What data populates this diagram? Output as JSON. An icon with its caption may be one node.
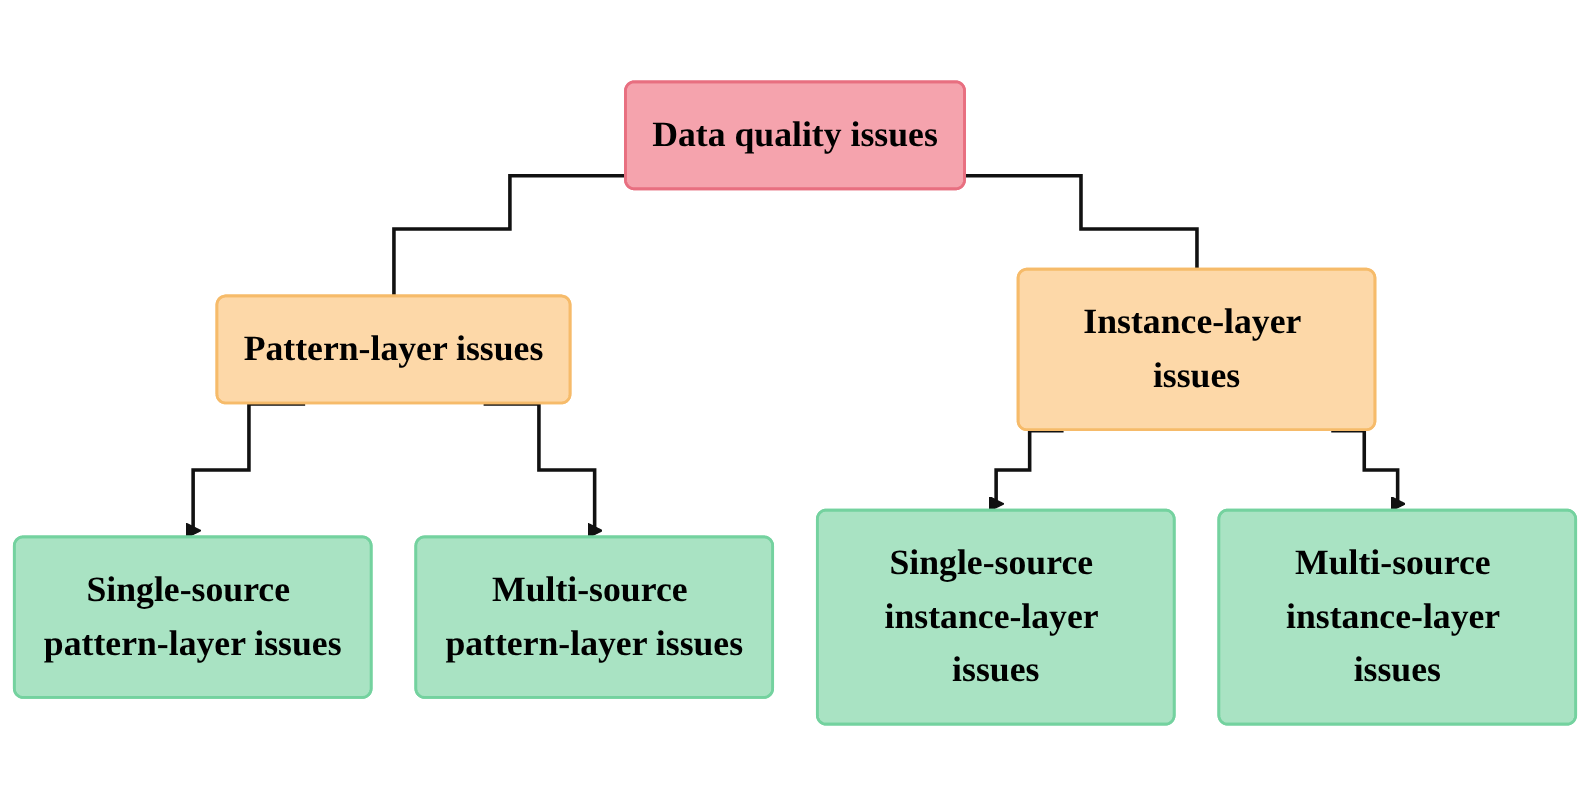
{
  "diagram": {
    "nodes": [
      {
        "text": [
          "Data quality issues"
        ]
      },
      {
        "text": [
          "Pattern-layer issues"
        ]
      },
      {
        "text": [
          "Instance-layer issues"
        ]
      },
      {
        "text": [
          "Single-source pattern-layer issues"
        ]
      },
      {
        "text": [
          "Multi-source pattern-layer issues"
        ]
      },
      {
        "text": [
          "Single-source instance-layer issues"
        ]
      },
      {
        "text": [
          "Multi-source instance-layer issues"
        ]
      }
    ],
    "edges": [
      {
        "from": 0,
        "to": 1,
        "arrow": "none"
      },
      {
        "from": 0,
        "to": 2,
        "arrow": "none"
      },
      {
        "from": 1,
        "to": 3,
        "arrow": "to"
      },
      {
        "from": 1,
        "to": 4,
        "arrow": "to"
      },
      {
        "from": 2,
        "to": 5,
        "arrow": "to"
      },
      {
        "from": 2,
        "to": 6,
        "arrow": "to"
      }
    ]
  }
}
